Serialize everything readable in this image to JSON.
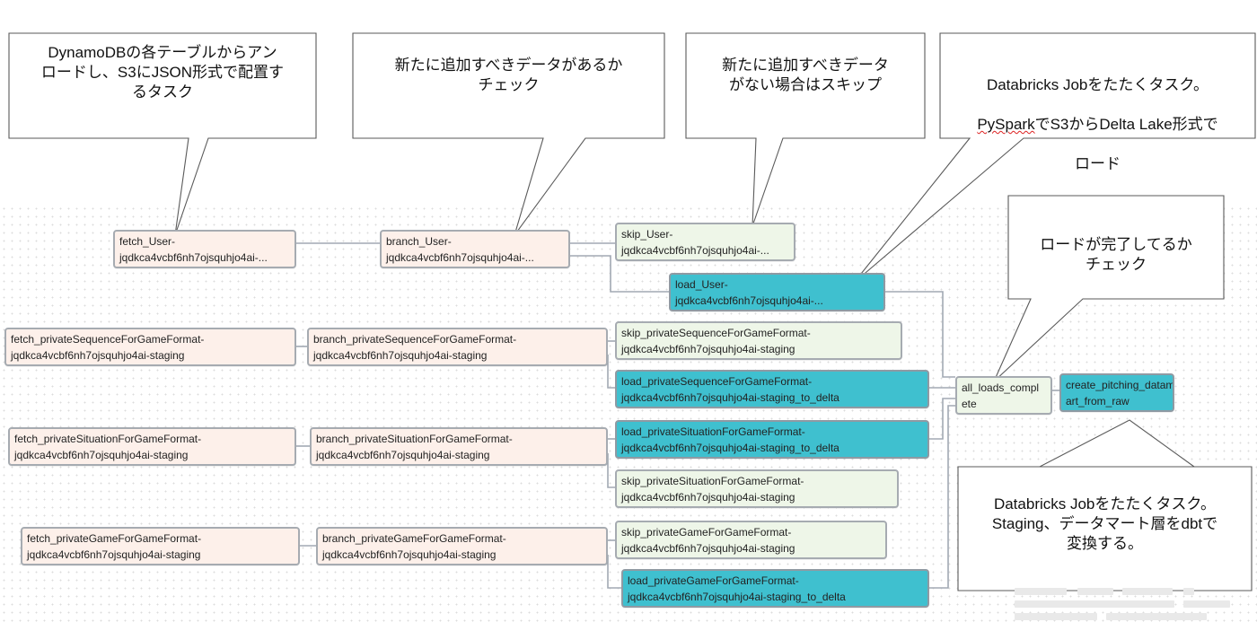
{
  "nodes": {
    "fetch_user": {
      "l1": "fetch_User-",
      "l2": "jqdkca4vcbf6nh7ojsquhjo4ai-..."
    },
    "branch_user": {
      "l1": "branch_User-",
      "l2": "jqdkca4vcbf6nh7ojsquhjo4ai-..."
    },
    "skip_user": {
      "l1": "skip_User-",
      "l2": "jqdkca4vcbf6nh7ojsquhjo4ai-..."
    },
    "load_user": {
      "l1": "load_User-",
      "l2": "jqdkca4vcbf6nh7ojsquhjo4ai-..."
    },
    "fetch_seq": {
      "l1": "fetch_privateSequenceForGameFormat-",
      "l2": "jqdkca4vcbf6nh7ojsquhjo4ai-staging"
    },
    "branch_seq": {
      "l1": "branch_privateSequenceForGameFormat-",
      "l2": "jqdkca4vcbf6nh7ojsquhjo4ai-staging"
    },
    "skip_seq": {
      "l1": "skip_privateSequenceForGameFormat-",
      "l2": "jqdkca4vcbf6nh7ojsquhjo4ai-staging"
    },
    "load_seq": {
      "l1": "load_privateSequenceForGameFormat-",
      "l2": "jqdkca4vcbf6nh7ojsquhjo4ai-staging_to_delta"
    },
    "fetch_sit": {
      "l1": "fetch_privateSituationForGameFormat-",
      "l2": "jqdkca4vcbf6nh7ojsquhjo4ai-staging"
    },
    "branch_sit": {
      "l1": "branch_privateSituationForGameFormat-",
      "l2": "jqdkca4vcbf6nh7ojsquhjo4ai-staging"
    },
    "load_sit": {
      "l1": "load_privateSituationForGameFormat-",
      "l2": "jqdkca4vcbf6nh7ojsquhjo4ai-staging_to_delta"
    },
    "skip_sit": {
      "l1": "skip_privateSituationForGameFormat-",
      "l2": "jqdkca4vcbf6nh7ojsquhjo4ai-staging"
    },
    "fetch_game": {
      "l1": "fetch_privateGameForGameFormat-",
      "l2": "jqdkca4vcbf6nh7ojsquhjo4ai-staging"
    },
    "branch_game": {
      "l1": "branch_privateGameForGameFormat-",
      "l2": "jqdkca4vcbf6nh7ojsquhjo4ai-staging"
    },
    "skip_game": {
      "l1": "skip_privateGameForGameFormat-",
      "l2": "jqdkca4vcbf6nh7ojsquhjo4ai-staging"
    },
    "load_game": {
      "l1": "load_privateGameForGameFormat-",
      "l2": "jqdkca4vcbf6nh7ojsquhjo4ai-staging_to_delta"
    },
    "all_loads_complete": {
      "l1": "all_loads_compl",
      "l2": "ete"
    },
    "create_pitching": {
      "l1": "create_pitching_datam",
      "l2": "art_from_raw"
    }
  },
  "callouts": {
    "fetch": "DynamoDBの各テーブルからアン\nロードし、S3にJSON形式で配置す\nるタスク",
    "branch": "新たに追加すべきデータがあるか\nチェック",
    "skip": "新たに追加すべきデータ\nがない場合はスキップ",
    "load_l1": "Databricks Jobをたたくタスク。",
    "load_l2_a": "PySpark",
    "load_l2_b": "でS3からDelta Lake形式で",
    "load_l3": "ロード",
    "complete": "ロードが完了してるか\nチェック",
    "create": "Databricks Jobをたたくタスク。\nStaging、データマート層をdbtで\n変換する。"
  },
  "colors": {
    "fetch_branch_fill": "#fdf0ea",
    "skip_fill": "#eef6e8",
    "load_fill": "#3fc0cf",
    "edge": "#a2a9b3",
    "callout_border": "#5a5a5a"
  }
}
